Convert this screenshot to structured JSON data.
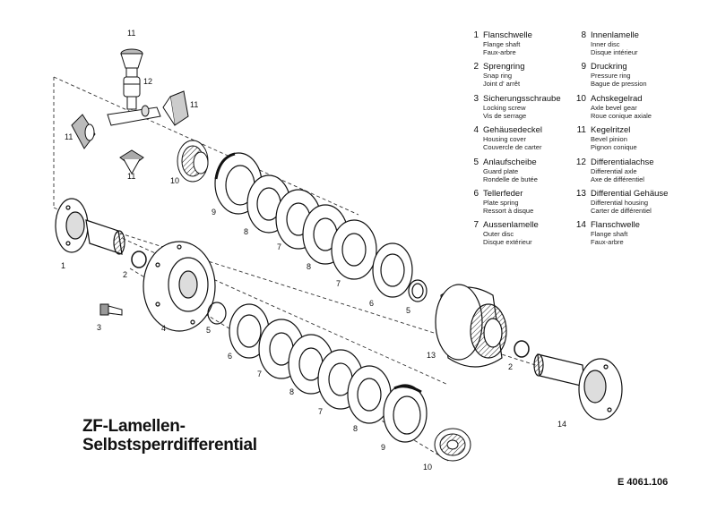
{
  "title_line1": "ZF-Lamellen-",
  "title_line2": "Selbstsperrdifferential",
  "reference_code": "E 4061.106",
  "legend": [
    {
      "num": "1",
      "de": "Flanschwelle",
      "en": "Flange shaft",
      "fr": "Faux-arbre"
    },
    {
      "num": "2",
      "de": "Sprengring",
      "en": "Snap ring",
      "fr": "Joint d' arrêt"
    },
    {
      "num": "3",
      "de": "Sicherungsschraube",
      "en": "Locking screw",
      "fr": "Vis de serrage"
    },
    {
      "num": "4",
      "de": "Gehäusedeckel",
      "en": "Housing cover",
      "fr": "Couvercle de carter"
    },
    {
      "num": "5",
      "de": "Anlaufscheibe",
      "en": "Guard plate",
      "fr": "Rondelle de butée"
    },
    {
      "num": "6",
      "de": "Tellerfeder",
      "en": "Plate spring",
      "fr": "Ressort à disque"
    },
    {
      "num": "7",
      "de": "Aussenlamelle",
      "en": "Outer disc",
      "fr": "Disque extérieur"
    },
    {
      "num": "8",
      "de": "Innenlamelle",
      "en": "Inner disc",
      "fr": "Disque intérieur"
    },
    {
      "num": "9",
      "de": "Druckring",
      "en": "Pressure ring",
      "fr": "Bague de pression"
    },
    {
      "num": "10",
      "de": "Achskegelrad",
      "en": "Axle bevel gear",
      "fr": "Roue conique axiale"
    },
    {
      "num": "11",
      "de": "Kegelritzel",
      "en": "Bevel pinion",
      "fr": "Pignon conique"
    },
    {
      "num": "12",
      "de": "Differentialachse",
      "en": "Differential axle",
      "fr": "Axe de différentiel"
    },
    {
      "num": "13",
      "de": "Differential Gehäuse",
      "en": "Differential housing",
      "fr": "Carter de différentiel"
    },
    {
      "num": "14",
      "de": "Flanschwelle",
      "en": "Flange shaft",
      "fr": "Faux-arbre"
    }
  ],
  "callouts": [
    "11",
    "12",
    "11",
    "11",
    "11",
    "10",
    "9",
    "8",
    "7",
    "8",
    "7",
    "6",
    "5",
    "1",
    "2",
    "3",
    "4",
    "5",
    "6",
    "7",
    "8",
    "7",
    "8",
    "9",
    "10",
    "13",
    "2",
    "14"
  ]
}
